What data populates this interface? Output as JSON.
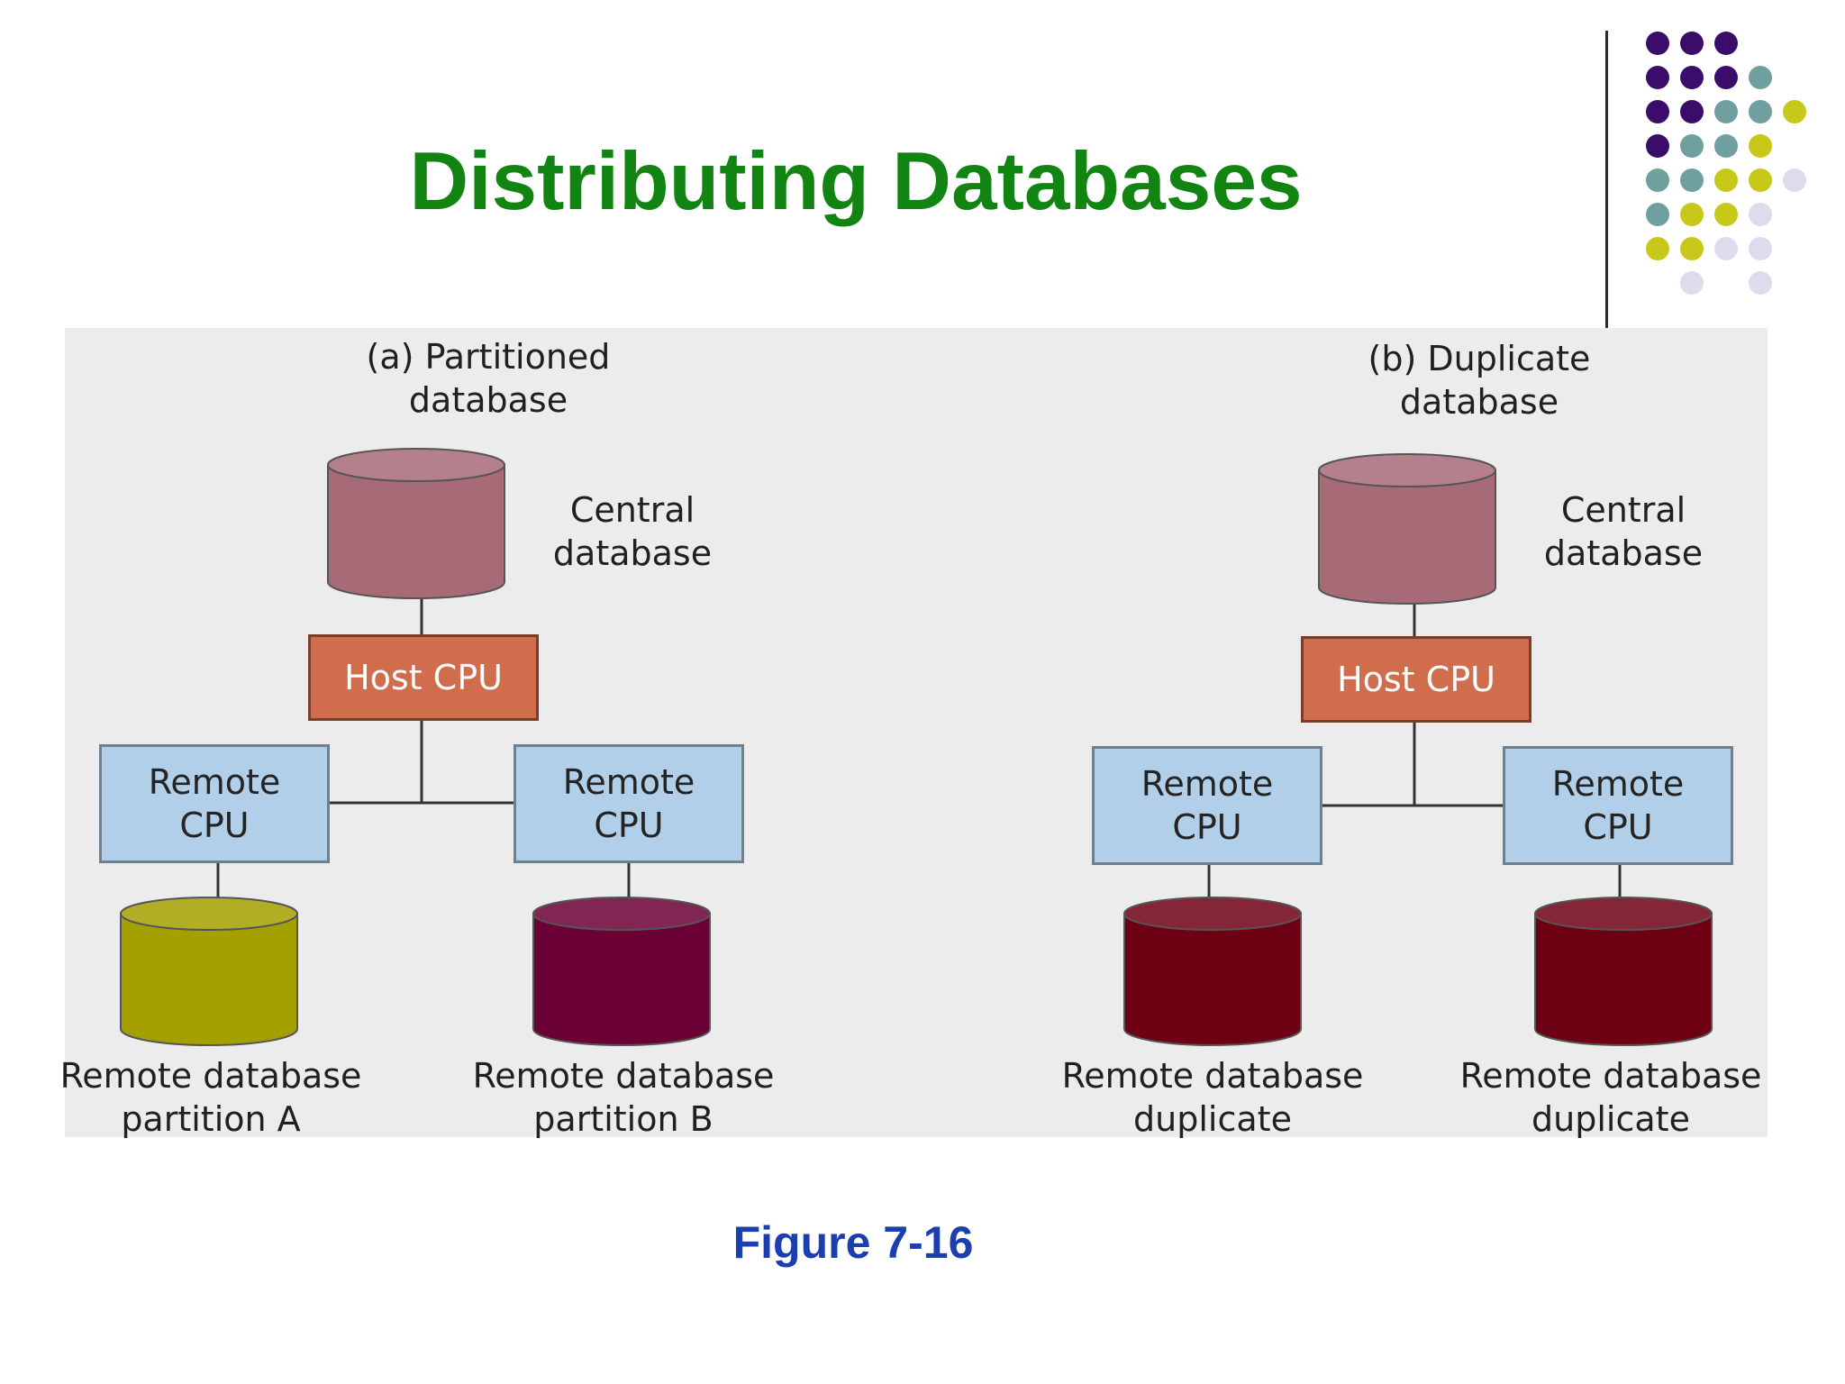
{
  "title": "Distributing Databases",
  "caption": "Figure 7-16",
  "decor_dots": {
    "colors": [
      "#3b0d6b",
      "#6f9f9f",
      "#c8c81a",
      "#dcdcec"
    ]
  },
  "diagram": {
    "partitioned": {
      "heading": "(a) Partitioned\ndatabase",
      "central_label": "Central\ndatabase",
      "host_cpu": "Host CPU",
      "remote_left": "Remote\nCPU",
      "remote_right": "Remote\nCPU",
      "db_left_label": "Remote database\npartition A",
      "db_right_label": "Remote database\npartition B",
      "central_color": "#a76a77",
      "db_left_color": "#a3a000",
      "db_right_color": "#6b0035"
    },
    "duplicate": {
      "heading": "(b) Duplicate\ndatabase",
      "central_label": "Central\ndatabase",
      "host_cpu": "Host CPU",
      "remote_left": "Remote\nCPU",
      "remote_right": "Remote\nCPU",
      "db_left_label": "Remote database\nduplicate",
      "db_right_label": "Remote database\nduplicate",
      "central_color": "#a76a77",
      "db_left_color": "#6e0014",
      "db_right_color": "#6e0014"
    }
  }
}
